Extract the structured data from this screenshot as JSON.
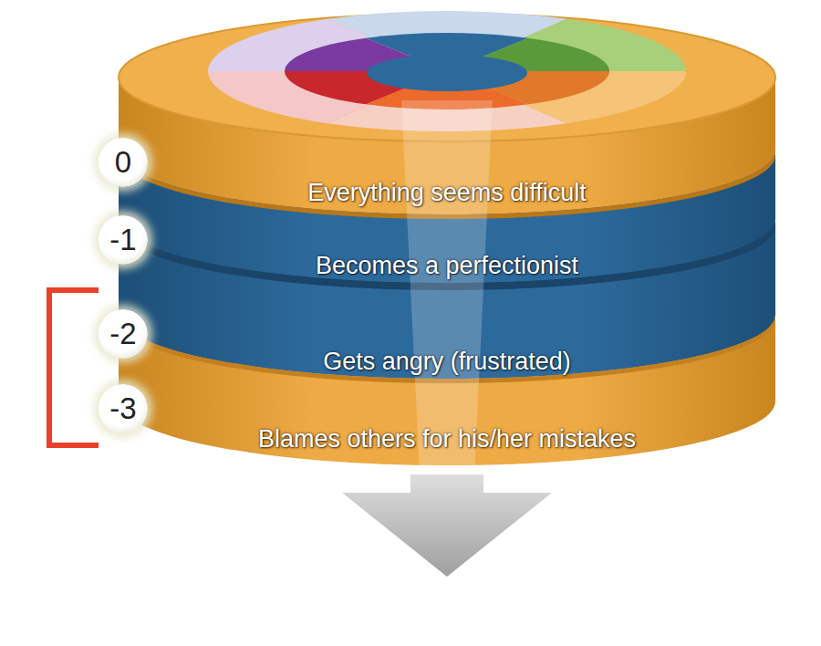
{
  "diagram": {
    "nodes": [
      {
        "text": [
          "Everything seems difficult"
        ]
      },
      {
        "text": [
          "Becomes a perfectionist"
        ]
      },
      {
        "text": [
          "Gets angry (frustrated)"
        ]
      },
      {
        "text": [
          "Blames others for his/her mistakes"
        ]
      }
    ],
    "labels": [
      "0",
      "-1",
      "-2",
      "-3"
    ]
  }
}
